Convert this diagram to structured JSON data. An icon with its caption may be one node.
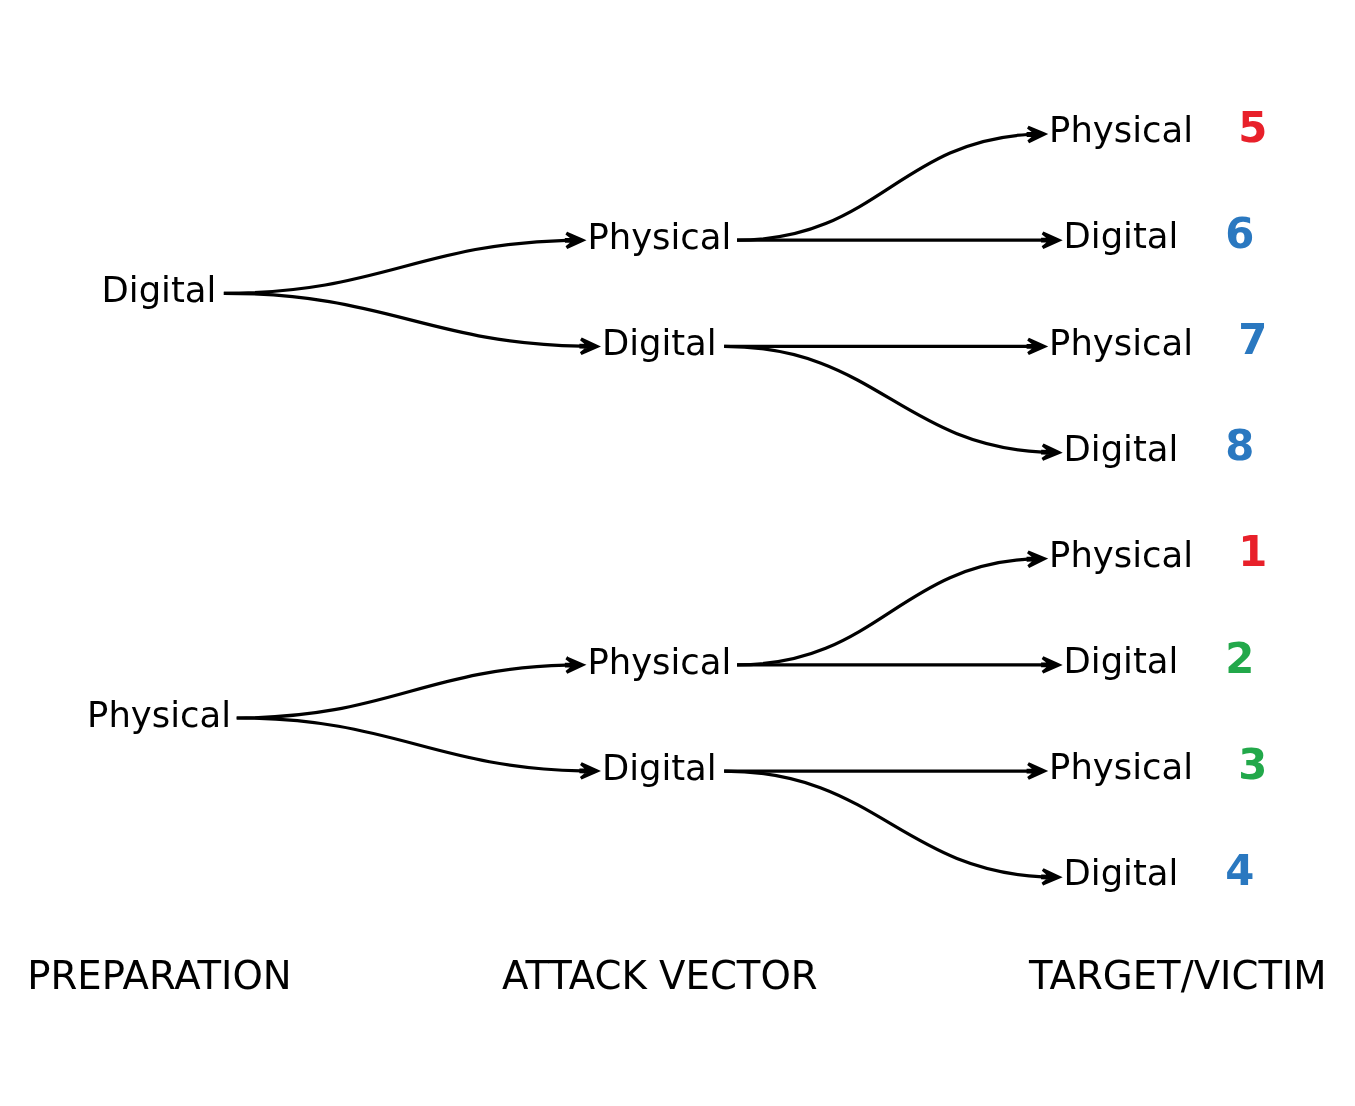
{
  "diagram": {
    "nodes": [
      {
        "text": [
          "Physical"
        ]
      },
      {
        "text": [
          "Physical"
        ]
      },
      {
        "text": [
          "Digital"
        ]
      },
      {
        "text": [
          "Physical"
        ],
        "beside": [
          "1"
        ]
      },
      {
        "text": [
          "Digital"
        ],
        "beside": [
          "2"
        ]
      },
      {
        "text": [
          "Physical"
        ],
        "beside": [
          "3"
        ]
      },
      {
        "text": [
          "Digital"
        ],
        "beside": [
          "4"
        ]
      },
      {
        "text": [
          "Digital"
        ]
      },
      {
        "text": [
          "Physical"
        ]
      },
      {
        "text": [
          "Digital"
        ]
      },
      {
        "text": [
          "Physical"
        ],
        "beside": [
          "5"
        ]
      },
      {
        "text": [
          "Digital"
        ],
        "beside": [
          "6"
        ]
      },
      {
        "text": [
          "Physical"
        ],
        "beside": [
          "7"
        ]
      },
      {
        "text": [
          "Digital"
        ],
        "beside": [
          "8"
        ]
      }
    ],
    "edges": [
      {
        "from": 0,
        "to": 1,
        "arrow": "to"
      },
      {
        "from": 0,
        "to": 2,
        "arrow": "to"
      },
      {
        "from": 1,
        "to": 3,
        "arrow": "to"
      },
      {
        "from": 1,
        "to": 4,
        "arrow": "to"
      },
      {
        "from": 2,
        "to": 5,
        "arrow": "to"
      },
      {
        "from": 2,
        "to": 6,
        "arrow": "to"
      },
      {
        "from": 7,
        "to": 8,
        "arrow": "to"
      },
      {
        "from": 7,
        "to": 9,
        "arrow": "to"
      },
      {
        "from": 8,
        "to": 10,
        "arrow": "to"
      },
      {
        "from": 8,
        "to": 11,
        "arrow": "to"
      },
      {
        "from": 9,
        "to": 12,
        "arrow": "to"
      },
      {
        "from": 9,
        "to": 13,
        "arrow": "to"
      }
    ],
    "labels": [
      "PREPARATION",
      "ATTACK VECTOR",
      "TARGET/VICTIM"
    ]
  }
}
